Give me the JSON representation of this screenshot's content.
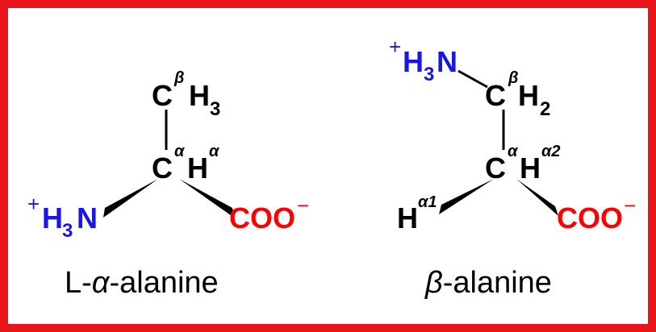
{
  "colors": {
    "border": "#e8151b",
    "amine": "#1a17e6",
    "carboxylate": "#ff0000",
    "carbon": "#000000"
  },
  "molecules": [
    {
      "name_prefix": "L-",
      "name_greek": "α",
      "name_suffix": "-alanine",
      "cb": {
        "atom": "C",
        "label": "β",
        "h": "H",
        "sub": "3"
      },
      "ca": {
        "atom": "C",
        "label": "α",
        "h": "H",
        "hlabel": "α"
      },
      "amine": {
        "charge": "+",
        "h": "H",
        "sub": "3",
        "n": "N"
      },
      "carboxylate": {
        "text": "COO",
        "charge": "−"
      }
    },
    {
      "name_greek": "β",
      "name_suffix": "-alanine",
      "cb": {
        "atom": "C",
        "label": "β",
        "h": "H",
        "sub": "2"
      },
      "ca": {
        "atom": "C",
        "label": "α",
        "h": "H",
        "hlabel": "α2"
      },
      "h1": {
        "h": "H",
        "label": "α1"
      },
      "amine": {
        "charge": "+",
        "h": "H",
        "sub": "3",
        "n": "N"
      },
      "carboxylate": {
        "text": "COO",
        "charge": "−"
      }
    }
  ]
}
